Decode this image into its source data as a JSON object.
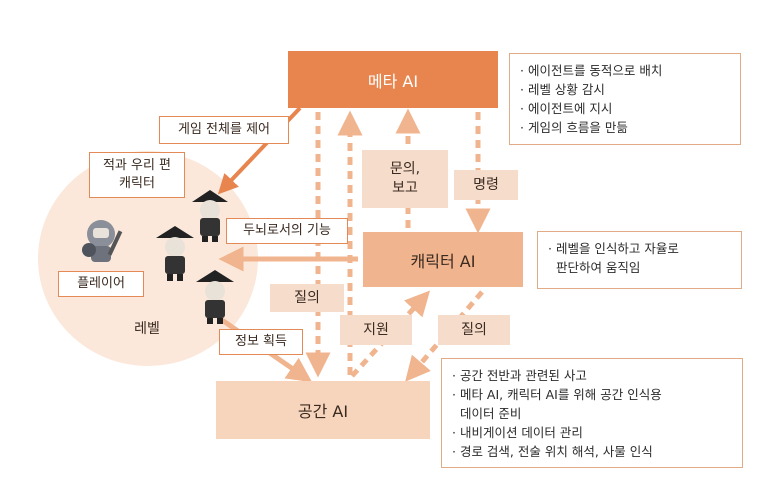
{
  "boxes": {
    "meta_ai": "메타 AI",
    "character_ai": "캐릭터 AI",
    "space_ai": "공간 AI"
  },
  "labels": {
    "control_game": "게임 전체를 제어",
    "ally_enemy": "적과 우리 편\n캐릭터",
    "brain_function": "두뇌로서의 기능",
    "player": "플레이어",
    "level": "레벨",
    "info_acquire": "정보 획득",
    "inquiry_report": "문의,\n보고",
    "command": "명령",
    "query_left": "질의",
    "support": "지원",
    "query_right": "질의"
  },
  "notes": {
    "meta": [
      "· 에이전트를 동적으로 배치",
      "· 레벨 상황 감시",
      "· 에이전트에 지시",
      "· 게임의 흐름을 만듦"
    ],
    "character": [
      "· 레벨을 인식하고 자율로",
      "  판단하여 움직임"
    ],
    "space": [
      "· 공간 전반과 관련된 사고",
      "· 메타 AI, 캐릭터 AI를 위해 공간 인식용",
      "  데이터 준비",
      "· 내비게이션 데이터 관리",
      "· 경로 검색, 전술 위치 해석, 사물 인식"
    ]
  },
  "colors": {
    "meta_box": "#e8854f",
    "character_box": "#f0b48e",
    "space_box": "#f7d5bd",
    "label_fill": "#f6dccb",
    "arrow": "#f0b48e",
    "level_fill": "#fbe8db"
  }
}
